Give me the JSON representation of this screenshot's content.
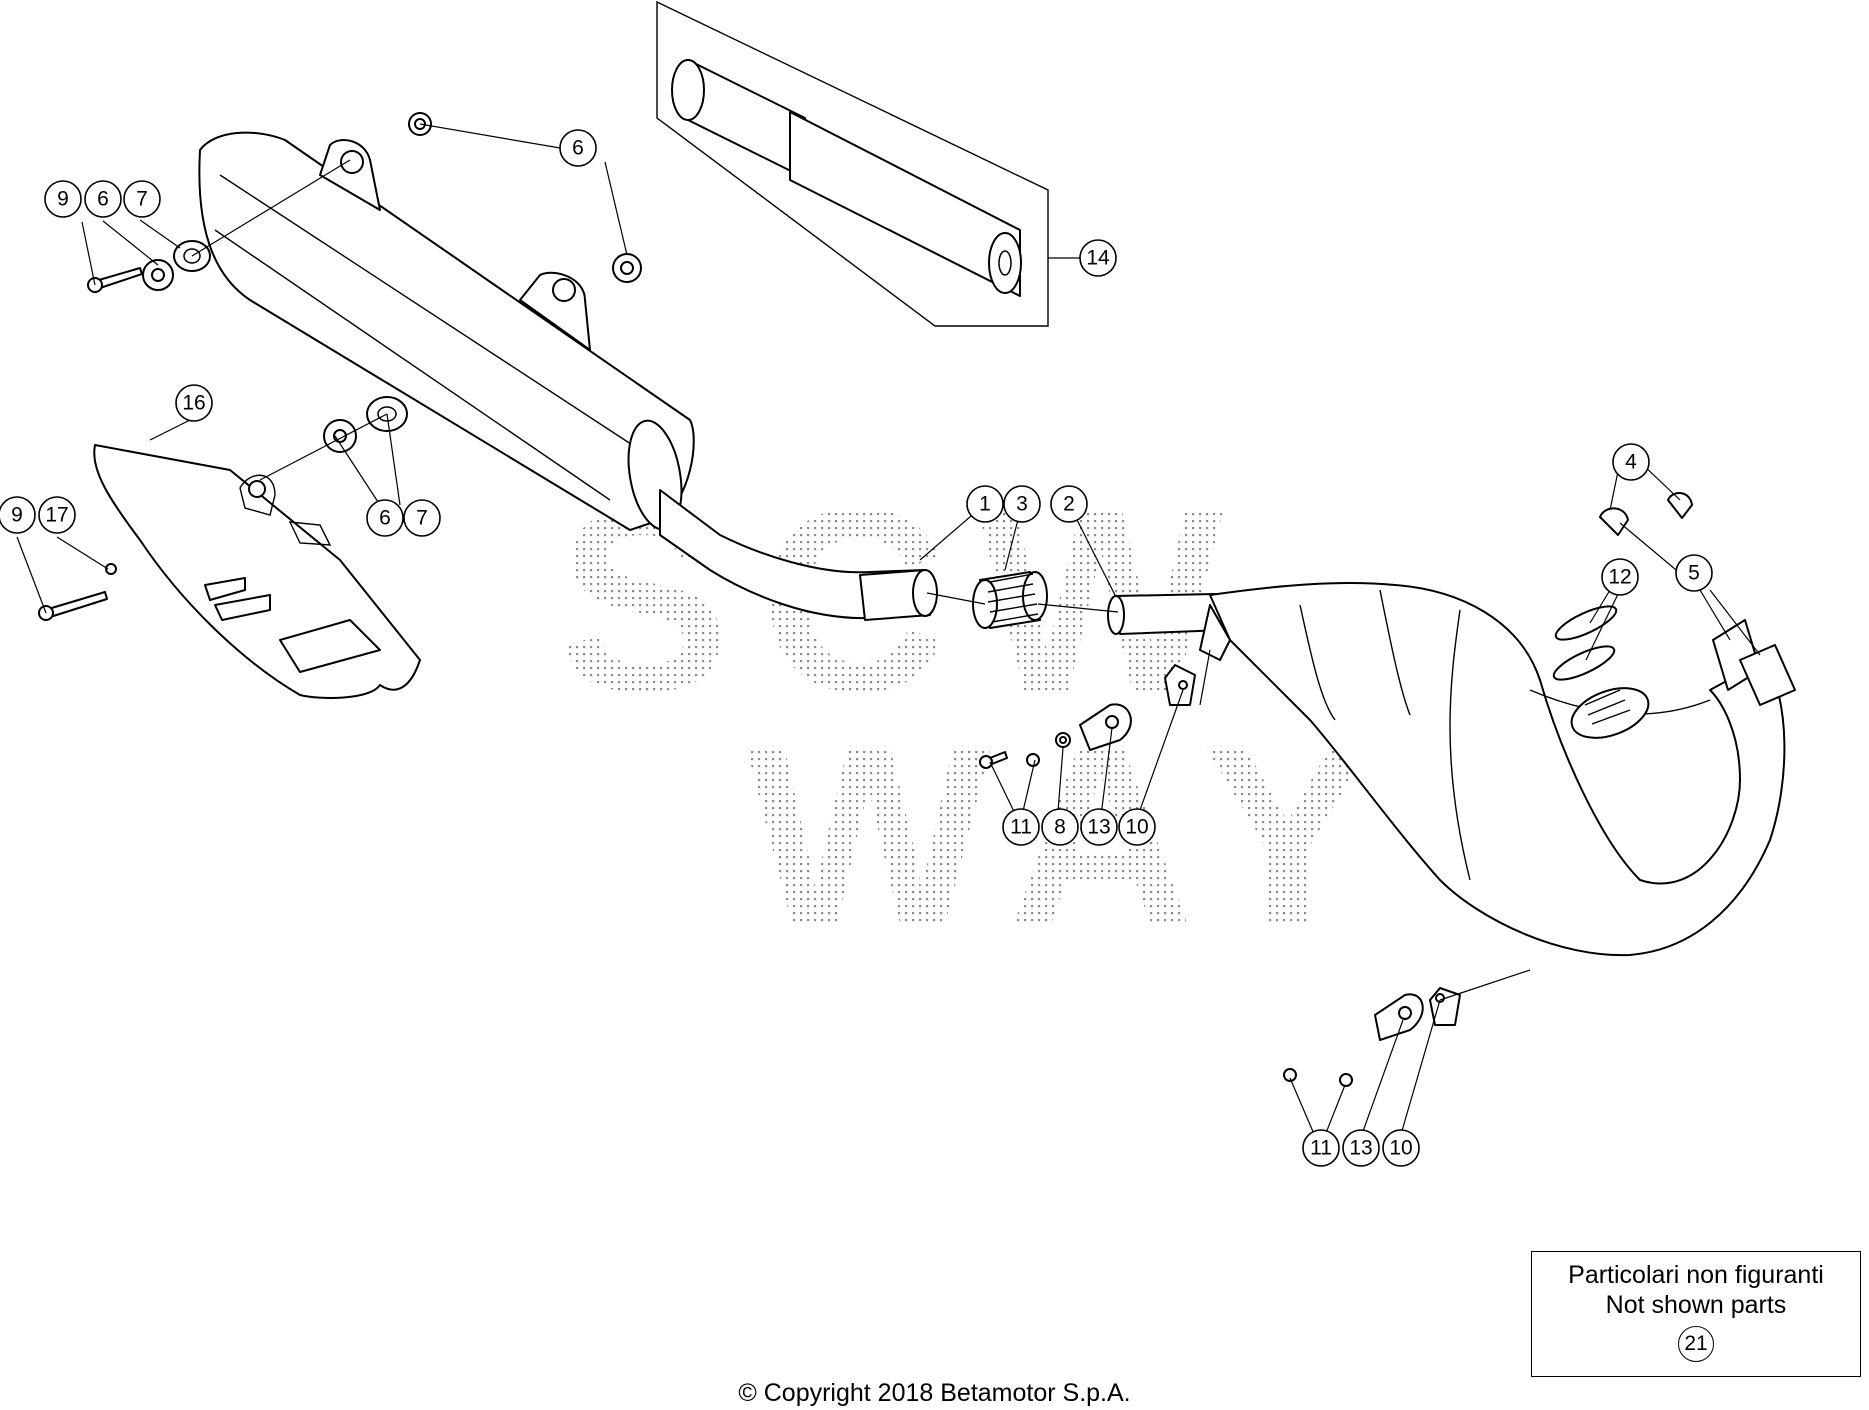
{
  "watermark": {
    "line1": "SCW",
    "line2": "WAY"
  },
  "callouts": [
    {
      "id": "c1",
      "label": "1"
    },
    {
      "id": "c2",
      "label": "2"
    },
    {
      "id": "c3",
      "label": "3"
    },
    {
      "id": "c4",
      "label": "4"
    },
    {
      "id": "c5",
      "label": "5"
    },
    {
      "id": "c6a",
      "label": "6"
    },
    {
      "id": "c6b",
      "label": "6"
    },
    {
      "id": "c6c",
      "label": "6"
    },
    {
      "id": "c7a",
      "label": "7"
    },
    {
      "id": "c7b",
      "label": "7"
    },
    {
      "id": "c8",
      "label": "8"
    },
    {
      "id": "c9a",
      "label": "9"
    },
    {
      "id": "c9b",
      "label": "9"
    },
    {
      "id": "c10a",
      "label": "10"
    },
    {
      "id": "c10b",
      "label": "10"
    },
    {
      "id": "c11a",
      "label": "11"
    },
    {
      "id": "c11b",
      "label": "11"
    },
    {
      "id": "c12",
      "label": "12"
    },
    {
      "id": "c13a",
      "label": "13"
    },
    {
      "id": "c13b",
      "label": "13"
    },
    {
      "id": "c14",
      "label": "14"
    },
    {
      "id": "c16",
      "label": "16"
    },
    {
      "id": "c17",
      "label": "17"
    }
  ],
  "not_shown_box": {
    "line1": "Particolari non figuranti",
    "line2": "Not shown parts",
    "ref": "21"
  },
  "copyright": "© Copyright 2018 Betamotor S.p.A."
}
